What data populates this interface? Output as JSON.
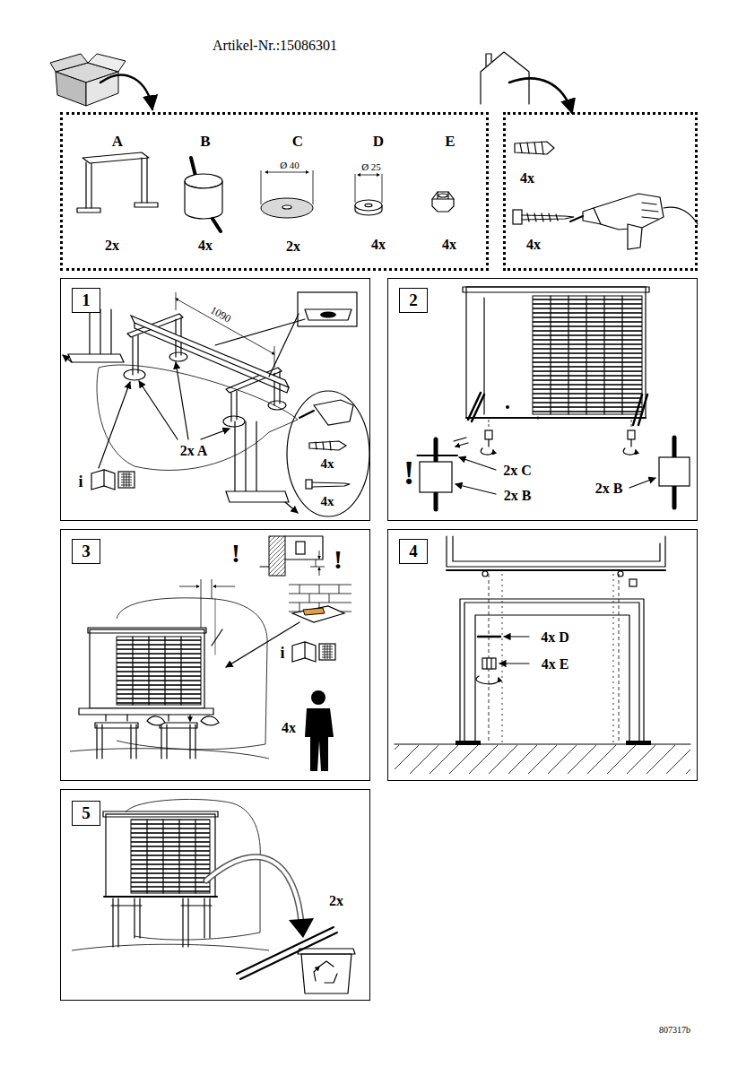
{
  "diagram": {
    "title": "Artikel-Nr.:15086301",
    "nodes": [
      {
        "text": [
          "A",
          "B",
          "C",
          "D",
          "E",
          "Ø 40",
          "Ø 25",
          "2x",
          "4x",
          "2x",
          "4x",
          "4x"
        ]
      },
      {
        "text": [
          "4x",
          "4x"
        ]
      },
      {
        "text": [
          "1090",
          "2x A",
          "4x",
          "4x",
          "i"
        ]
      },
      {
        "text": [
          "1"
        ],
        "in": 2
      },
      {
        "text": [
          "!",
          "2x C",
          "2x B",
          "2x B"
        ]
      },
      {
        "text": [
          "2"
        ],
        "in": 4
      },
      {
        "text": [
          "!",
          "!",
          "i",
          "4x"
        ]
      },
      {
        "text": [
          "3"
        ],
        "in": 6
      },
      {
        "text": [
          "4x D",
          "4x E"
        ]
      },
      {
        "text": [
          "4"
        ],
        "in": 8
      },
      {
        "text": [
          "2x"
        ]
      },
      {
        "text": [
          "5"
        ],
        "in": 10
      }
    ],
    "labels": [
      "807317b"
    ]
  }
}
